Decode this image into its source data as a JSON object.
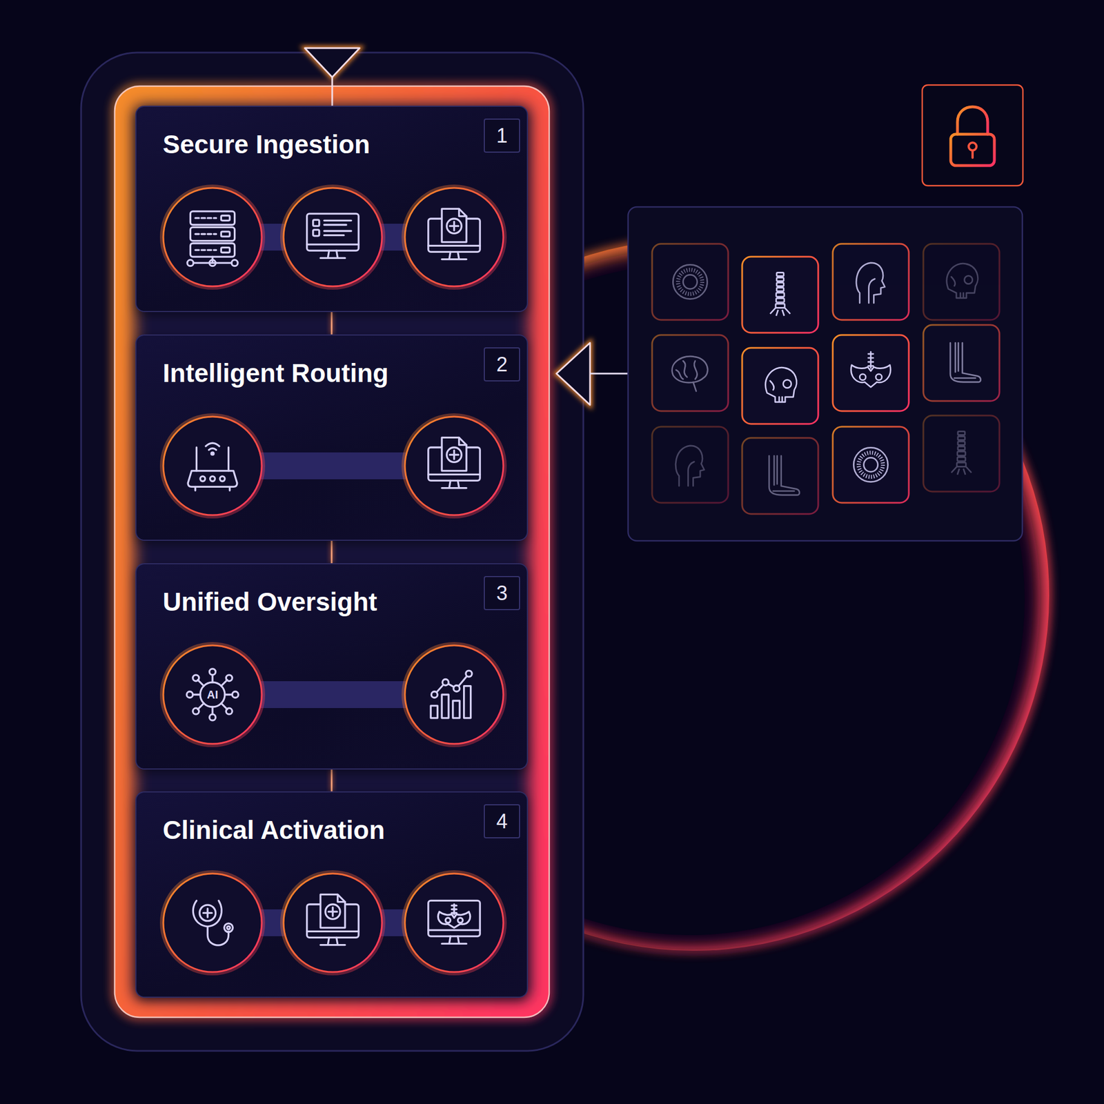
{
  "diagram": {
    "nodes": [
      {
        "text": [
          "Secure Ingestion"
        ]
      },
      {
        "text": [
          "1"
        ],
        "in": 0
      },
      {
        "text": [
          "Intelligent Routing"
        ]
      },
      {
        "text": [
          "2"
        ],
        "in": 2
      },
      {
        "text": [
          "Unified Oversight"
        ]
      },
      {
        "text": [
          "3"
        ],
        "in": 4
      },
      {
        "text": [
          "Clinical Activation"
        ]
      },
      {
        "text": [
          "4"
        ],
        "in": 6
      }
    ],
    "edges": [
      {
        "from": 0,
        "to": 2,
        "arrow": "none"
      },
      {
        "from": 2,
        "to": 4,
        "arrow": "none"
      },
      {
        "from": 4,
        "to": 6,
        "arrow": "none"
      }
    ],
    "labels": [
      "AI"
    ]
  }
}
